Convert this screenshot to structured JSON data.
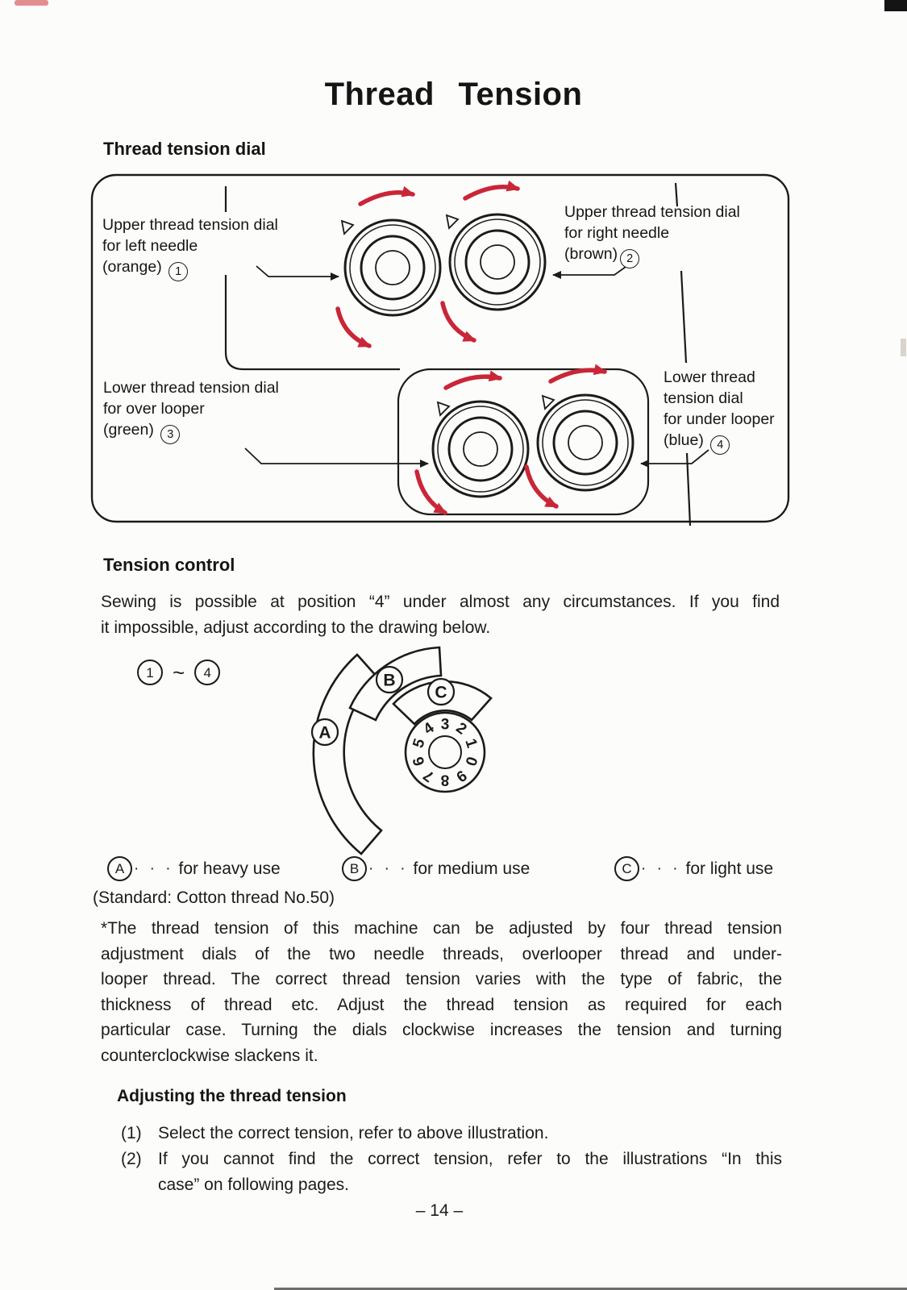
{
  "page": {
    "title": "Thread Tension",
    "page_number": "– 14 –"
  },
  "colors": {
    "accent_red": "#c92638",
    "ink": "#1b1b1b"
  },
  "dial_section": {
    "heading": "Thread tension dial",
    "labels": {
      "upper_left": {
        "lines": [
          "Upper thread tension dial",
          "for left needle",
          "(orange)"
        ],
        "num": "1"
      },
      "upper_right": {
        "lines": [
          "Upper thread tension dial",
          "for right needle",
          "(brown)"
        ],
        "num": "2"
      },
      "lower_left": {
        "lines": [
          "Lower thread tension dial",
          "for over looper",
          "(green)"
        ],
        "num": "3"
      },
      "lower_right": {
        "lines": [
          "Lower thread",
          "tension dial",
          "for under looper",
          "(blue)"
        ],
        "num": "4"
      }
    }
  },
  "tension_control": {
    "heading": "Tension control",
    "intro_lines": [
      "Sewing is possible at position “4” under almost any circumstances. If you find",
      "it impossible, adjust according to the drawing below."
    ],
    "range": {
      "from": "1",
      "tilde": "~",
      "to": "4"
    },
    "dial_numbers": [
      "3",
      "2",
      "1",
      "0",
      "9",
      "8",
      "7",
      "6",
      "5",
      "4"
    ],
    "arc_labels": {
      "a": "A",
      "b": "B",
      "c": "C"
    },
    "legend": [
      {
        "letter": "A",
        "dots": "· · ·",
        "text": "for heavy use"
      },
      {
        "letter": "B",
        "dots": "· · ·",
        "text": "for medium use"
      },
      {
        "letter": "C",
        "dots": "· · ·",
        "text": "for light use"
      }
    ],
    "standard_note": "(Standard:  Cotton thread No.50)",
    "note_lines": [
      "*The thread tension of this machine can be adjusted by four thread tension",
      "adjustment dials of the two needle threads, overlooper thread and under-",
      "looper thread. The correct thread tension varies with the type of fabric, the",
      "thickness of thread etc. Adjust the thread tension as required for each",
      "particular case. Turning the dials clockwise increases the tension and turning",
      "counterclockwise slackens it."
    ]
  },
  "adjusting": {
    "heading": "Adjusting the thread tension",
    "items": [
      {
        "num": "(1)",
        "lines": [
          "Select the correct tension, refer to above illustration."
        ]
      },
      {
        "num": "(2)",
        "lines": [
          "If you cannot find the correct tension, refer to the illustrations “In this",
          "case” on following pages."
        ]
      }
    ]
  }
}
